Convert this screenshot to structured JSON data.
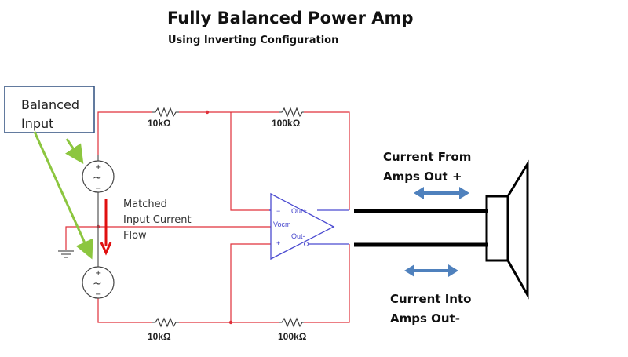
{
  "title": "Fully Balanced Power Amp",
  "subtitle": "Using Inverting Configuration",
  "callout_box": {
    "line1": "Balanced",
    "line2": "Input"
  },
  "resistors": {
    "top_input": "10kΩ",
    "top_feedback": "100kΩ",
    "bottom_input": "10kΩ",
    "bottom_feedback": "100kΩ"
  },
  "current_note": {
    "line1": "Matched",
    "line2": "Input Current",
    "line3": "Flow"
  },
  "opamp": {
    "pin_out_plus": "Out+",
    "pin_out_minus": "Out-",
    "pin_vocm": "Vocm",
    "pin_inv": "−",
    "pin_noninv": "+"
  },
  "source_polarity": {
    "plus": "+",
    "minus": "−",
    "symbol": "~"
  },
  "output_notes": {
    "top": {
      "line1": "Current From",
      "line2": "Amps Out +"
    },
    "bottom": {
      "line1": "Current Into",
      "line2": "Amps Out-"
    }
  },
  "colors": {
    "wire": "#e0303a",
    "opamp": "#4a4ad0",
    "callout_arrow": "#8cc63f",
    "current_arrow": "#e01010",
    "double_arrow": "#4f81bd",
    "callout_border": "#2f4f7f"
  }
}
